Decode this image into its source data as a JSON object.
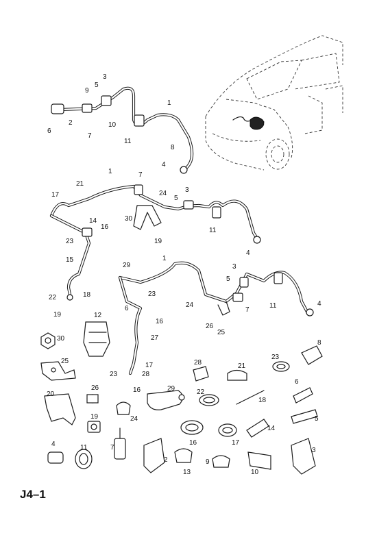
{
  "page_ref": "J4–1",
  "callouts": {
    "top": [
      "1",
      "3",
      "5",
      "9",
      "2",
      "6",
      "7",
      "10",
      "11",
      "8",
      "4"
    ],
    "mid": [
      "1",
      "7",
      "21",
      "17",
      "24",
      "3",
      "5",
      "30",
      "14",
      "16",
      "23",
      "19",
      "11",
      "4",
      "15",
      "22",
      "18",
      "19b"
    ],
    "lower": [
      "1",
      "29",
      "23",
      "6",
      "16",
      "3",
      "5",
      "24",
      "26",
      "25",
      "7",
      "11",
      "4",
      "12",
      "27",
      "17",
      "23",
      "28",
      "16"
    ],
    "parts": [
      "30",
      "25",
      "20",
      "26",
      "19",
      "24",
      "29",
      "28",
      "21",
      "22",
      "18",
      "23",
      "8",
      "6",
      "5",
      "14",
      "16",
      "17",
      "4",
      "11",
      "7",
      "2",
      "13",
      "9",
      "10",
      "3"
    ]
  }
}
